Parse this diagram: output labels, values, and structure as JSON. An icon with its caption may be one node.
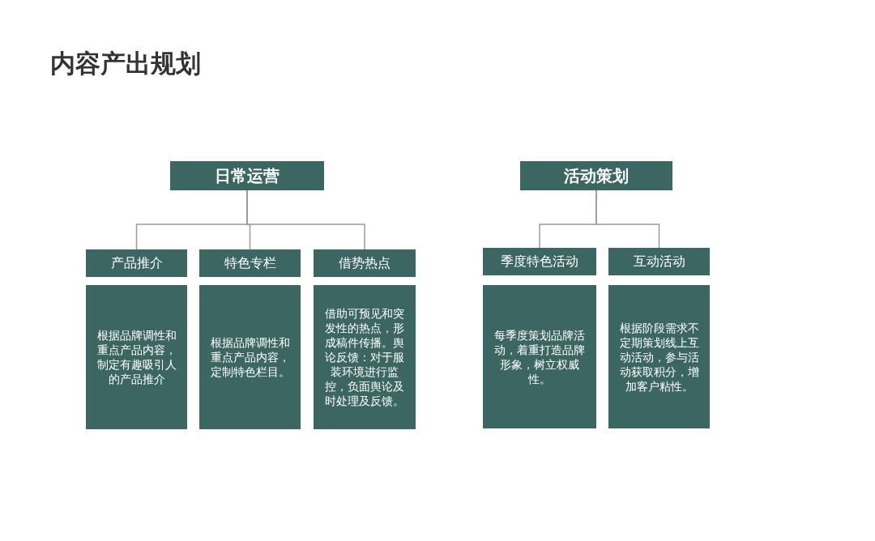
{
  "diagram": {
    "title": "内容产出规划",
    "nodes": [
      {
        "text": [
          "日常运营"
        ]
      },
      {
        "text": [
          "产品推介"
        ]
      },
      {
        "text": [
          "特色专栏"
        ]
      },
      {
        "text": [
          "借势热点"
        ]
      },
      {
        "text": [
          "根据品牌调性和重点产品内容，制定有趣吸引人的产品推介"
        ]
      },
      {
        "text": [
          "根据品牌调性和重点产品内容，定制特色栏目。"
        ]
      },
      {
        "text": [
          "借助可预见和突发性的热点，形成稿件传播。舆论反馈：对于服装环境进行监控，负面舆论及时处理及反馈。"
        ]
      },
      {
        "text": [
          "活动策划"
        ]
      },
      {
        "text": [
          "季度特色活动"
        ]
      },
      {
        "text": [
          "互动活动"
        ]
      },
      {
        "text": [
          "每季度策划品牌活动，着重打造品牌形象，树立权威性。"
        ]
      },
      {
        "text": [
          "根据阶段需求不定期策划线上互动活动，参与活动获取积分，增加客户粘性。"
        ]
      }
    ],
    "edges": [
      {
        "from": 0,
        "to": 1,
        "arrow": "none"
      },
      {
        "from": 0,
        "to": 2,
        "arrow": "none"
      },
      {
        "from": 0,
        "to": 3,
        "arrow": "none"
      },
      {
        "from": 7,
        "to": 8,
        "arrow": "none"
      },
      {
        "from": 7,
        "to": 9,
        "arrow": "none"
      }
    ]
  }
}
